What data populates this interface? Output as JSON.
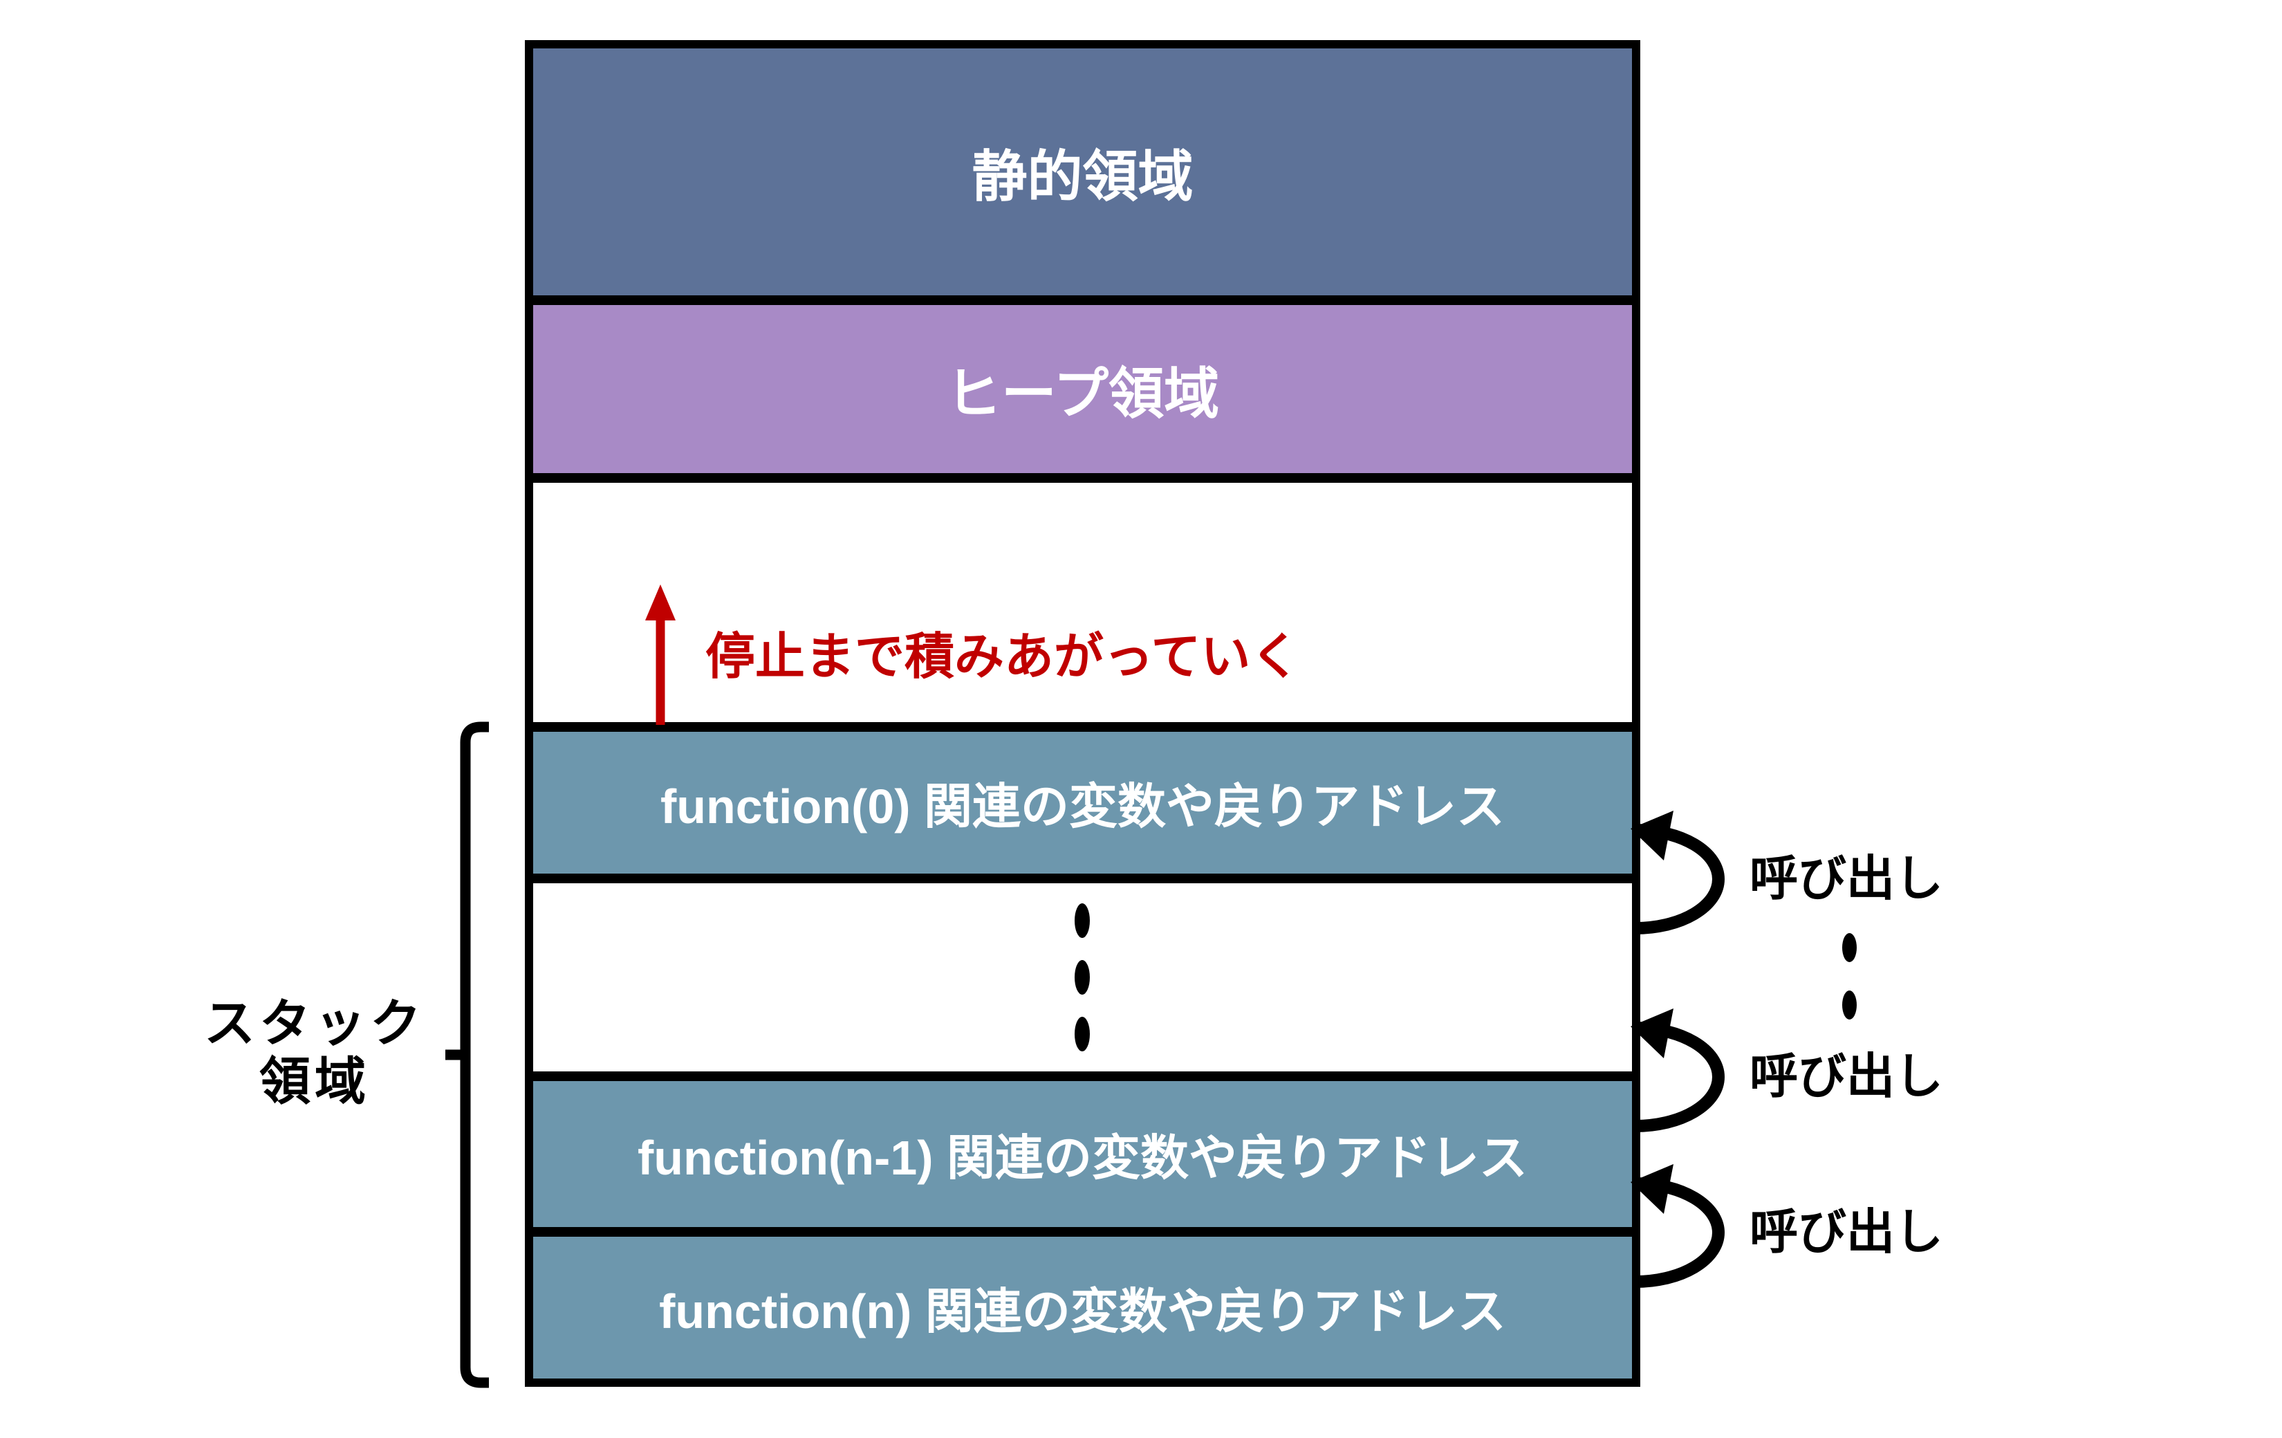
{
  "memory_map": {
    "regions": {
      "static_label": "静的領域",
      "heap_label": "ヒープ領域",
      "frame0_label": "function(0) 関連の変数や戻りアドレス",
      "frameN1_label": "function(n-1) 関連の変数や戻りアドレス",
      "frameN_label": "function(n) 関連の変数や戻りアドレス"
    },
    "growth_annotation": "停止まで積みあがっていく",
    "stack_region_label": {
      "line1": "スタック",
      "line2": "領域"
    },
    "call_labels": {
      "call1": "呼び出し",
      "call2": "呼び出し",
      "call3": "呼び出し"
    },
    "icons": {
      "growth_arrow": "red-up-arrow",
      "call_arrow": "curved-left-call-arrow",
      "mid_ellipsis": "vertical-dots",
      "call_ellipsis": "vertical-dots",
      "stack_bracket": "left-square-bracket"
    },
    "colors": {
      "static_region": "#5D7298",
      "heap_region": "#A88AC6",
      "stack_frame": "#6D97AD",
      "annotation_red": "#C00000",
      "outline": "#000000",
      "background": "#FFFFFF",
      "text_on_region": "#FFFFFF"
    }
  }
}
